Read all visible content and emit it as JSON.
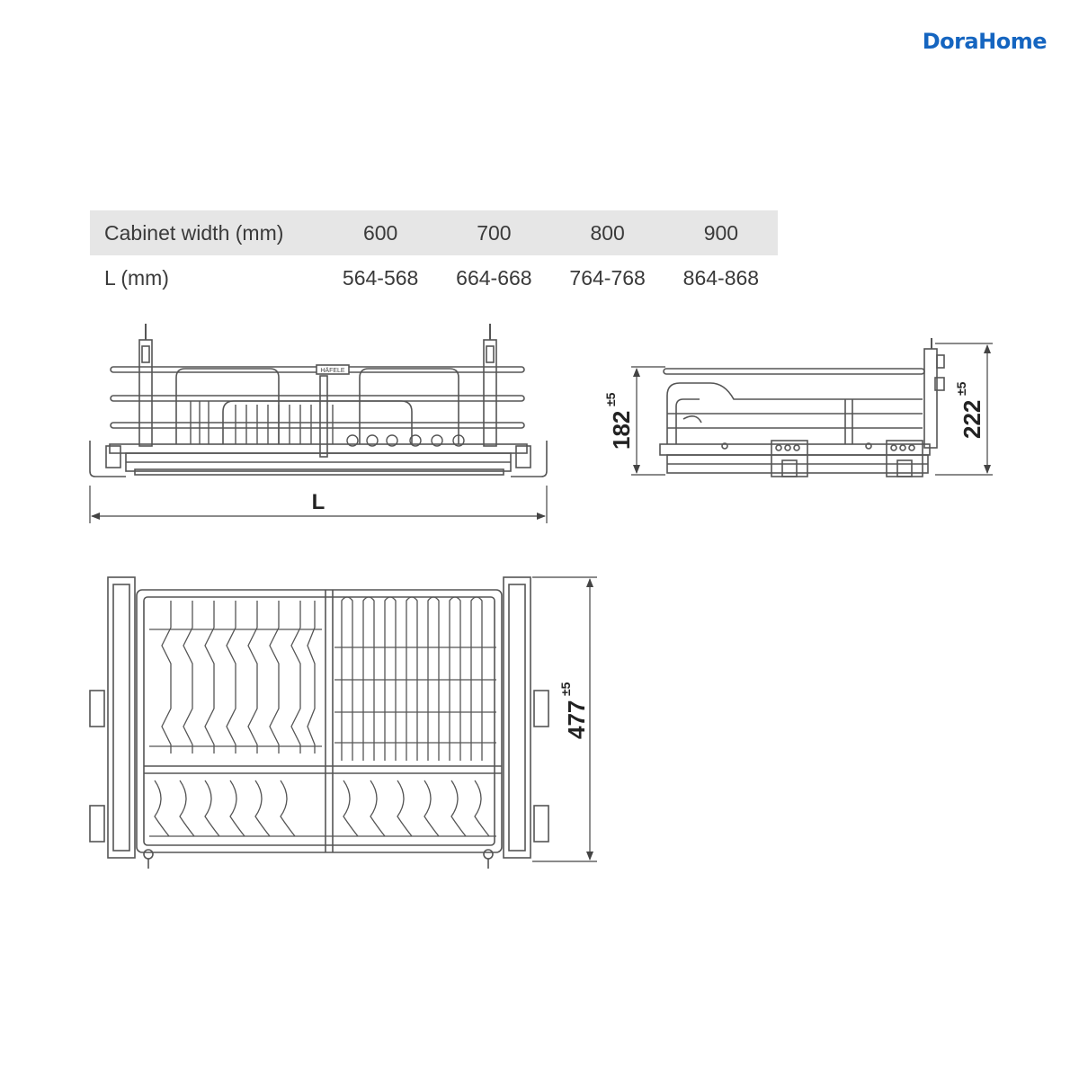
{
  "brand": {
    "logo_text": "DoraHome",
    "color": "#1565c0"
  },
  "spec_table": {
    "header": {
      "label": "Cabinet width (mm)",
      "values": [
        "600",
        "700",
        "800",
        "900"
      ]
    },
    "row": {
      "label": "L (mm)",
      "values": [
        "564-568",
        "664-668",
        "764-768",
        "864-868"
      ]
    }
  },
  "front_view": {
    "dimension_label": "L",
    "badge_text": "HÄFELE"
  },
  "side_view": {
    "height_inner": {
      "value": "182",
      "tolerance": "±5"
    },
    "height_outer": {
      "value": "222",
      "tolerance": "±5"
    }
  },
  "top_view": {
    "depth": {
      "value": "477",
      "tolerance": "±5"
    }
  }
}
